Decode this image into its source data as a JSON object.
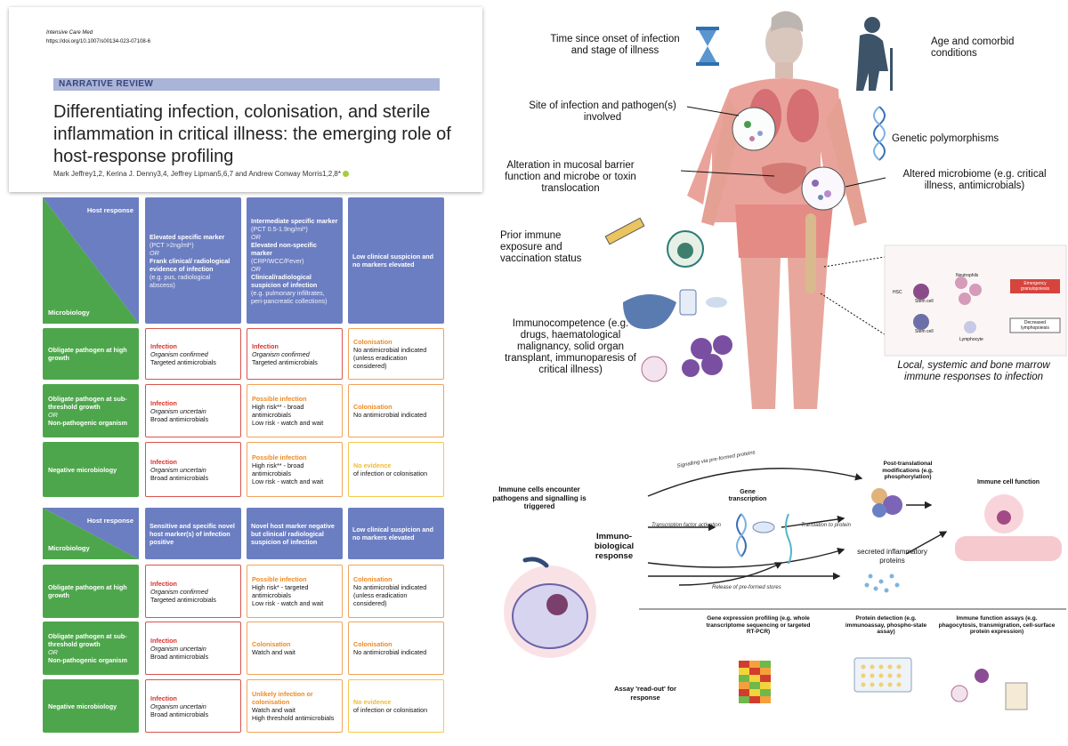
{
  "paper": {
    "journal": "Intensive Care Med",
    "doi": "https://doi.org/10.1007/s00134-023-07108-6",
    "section": "NARRATIVE REVIEW",
    "title": "Differentiating infection, colonisation, and sterile inflammation in critical illness: the emerging role of host-response profiling",
    "authors": "Mark Jeffrey1,2, Kerina J. Denny3,4, Jeffrey Lipman5,6,7 and Andrew Conway Morris1,2,8*"
  },
  "table1": {
    "corner": {
      "host": "Host response",
      "micro": "Microbiology"
    },
    "columns": [
      {
        "head": "Elevated specific marker",
        "lines": [
          [
            "(PCT >2ng/ml*)",
            "n"
          ],
          [
            "OR",
            "i"
          ],
          [
            "Frank clinical/ radiological evidence of infection",
            "b"
          ],
          [
            "(e.g. pus, radiological abscess)",
            "n"
          ]
        ]
      },
      {
        "head": "Intermediate specific marker",
        "lines": [
          [
            "(PCT 0.5-1.9ng/ml*)",
            "n"
          ],
          [
            "OR",
            "i"
          ],
          [
            "Elevated non-specific marker",
            "b"
          ],
          [
            "(CRP/WCC/Fever)",
            "n"
          ],
          [
            "OR",
            "i"
          ],
          [
            "Clinical/radiological suspicion of infection",
            "b"
          ],
          [
            "(e.g. pulmonary infiltrates, peri-pancreatic collections)",
            "n"
          ]
        ]
      },
      {
        "head": "Low clinical suspicion and no markers elevated",
        "lines": []
      }
    ],
    "rows": [
      {
        "label": "Obligate pathogen at high growth",
        "cells": [
          {
            "color": "red",
            "head": "Infection",
            "italic": "Organism confirmed",
            "lines": [
              "Targeted antimicrobials"
            ]
          },
          {
            "color": "red",
            "head": "Infection",
            "italic": "Organism confirmed",
            "lines": [
              "Targeted antimicrobials"
            ]
          },
          {
            "color": "orange",
            "head": "Colonisation",
            "italic": "",
            "lines": [
              "No antimicrobial indicated (unless eradication considered)"
            ]
          }
        ]
      },
      {
        "label": "Obligate pathogen at sub-threshold growth",
        "label_or": "OR",
        "label2": "Non-pathogenic organism",
        "cells": [
          {
            "color": "red",
            "head": "Infection",
            "italic": "Organism uncertain",
            "lines": [
              "Broad antimicrobials"
            ]
          },
          {
            "color": "orange",
            "head": "Possible infection",
            "italic": "",
            "lines": [
              "High risk** - broad antimicrobials",
              "Low risk - watch and wait"
            ]
          },
          {
            "color": "orange",
            "head": "Colonisation",
            "italic": "",
            "lines": [
              "No antimicrobial indicated"
            ]
          }
        ]
      },
      {
        "label": "Negative microbiology",
        "cells": [
          {
            "color": "red",
            "head": "Infection",
            "italic": "Organism uncertain",
            "lines": [
              "Broad antimicrobials"
            ]
          },
          {
            "color": "orange",
            "head": "Possible infection",
            "italic": "",
            "lines": [
              "High risk** - broad antimicrobials",
              "Low risk - watch and wait"
            ]
          },
          {
            "color": "yellow",
            "head": "No evidence",
            "italic": "",
            "lines": [
              "of infection or colonisation"
            ]
          }
        ]
      }
    ]
  },
  "table2": {
    "corner": {
      "host": "Host response",
      "micro": "Microbiology"
    },
    "columns": [
      {
        "head": "Sensitive and specific novel host marker(s) of infection positive",
        "lines": []
      },
      {
        "head": "Novel host marker negative but clinical/ radiological suspicion of infection",
        "lines": []
      },
      {
        "head": "Low clinical suspicion and no markers elevated",
        "lines": []
      }
    ],
    "rows": [
      {
        "label": "Obligate pathogen at high growth",
        "cells": [
          {
            "color": "red",
            "head": "Infection",
            "italic": "Organism confirmed",
            "lines": [
              "Targeted antimicrobials"
            ]
          },
          {
            "color": "orange",
            "head": "Possible infection",
            "italic": "",
            "lines": [
              "High risk* - targeted antimicrobials",
              "Low risk - watch and wait"
            ]
          },
          {
            "color": "orange",
            "head": "Colonisation",
            "italic": "",
            "lines": [
              "No antimicrobial indicated (unless eradication considered)"
            ]
          }
        ]
      },
      {
        "label": "Obligate pathogen at sub-threshold growth",
        "label_or": "OR",
        "label2": "Non-pathogenic organism",
        "cells": [
          {
            "color": "red",
            "head": "Infection",
            "italic": "Organism uncertain",
            "lines": [
              "Broad antimicrobials"
            ]
          },
          {
            "color": "orange",
            "head": "Colonisation",
            "italic": "",
            "lines": [
              "Watch and wait"
            ]
          },
          {
            "color": "orange",
            "head": "Colonisation",
            "italic": "",
            "lines": [
              "No antimicrobial indicated"
            ]
          }
        ]
      },
      {
        "label": "Negative microbiology",
        "cells": [
          {
            "color": "red",
            "head": "Infection",
            "italic": "Organism uncertain",
            "lines": [
              "Broad antimicrobials"
            ]
          },
          {
            "color": "orange",
            "head": "Unlikely infection or colonisation",
            "italic": "",
            "lines": [
              "Watch and wait",
              "High threshold antimicrobials"
            ]
          },
          {
            "color": "yellow",
            "head": "No evidence",
            "italic": "",
            "lines": [
              "of infection or colonisation"
            ]
          }
        ]
      }
    ]
  },
  "figure": {
    "time": "Time since onset of infection and stage of illness",
    "age": "Age and comorbid conditions",
    "site": "Site of infection and pathogen(s) involved",
    "genetic": "Genetic polymorphisms",
    "mucosal": "Alteration in mucosal barrier function and microbe or toxin translocation",
    "microbiome": "Altered microbiome (e.g. critical illness, antimicrobials)",
    "prior": "Prior immune exposure and vaccination status",
    "immuno": "Immunocompetence (e.g. drugs, haematological malignancy, solid organ transplant, immunoparesis of critical illness)",
    "marrow_caption": "Local, systemic and bone marrow immune responses to infection",
    "marrow": {
      "hsc": "HSC",
      "stem1": "Stem cell",
      "stem2": "Stem cell",
      "neut": "Neutrophils",
      "lymph": "Lymphocyte",
      "emerg": "Emergency granulopoiesis",
      "decr": "Decreased lymphopoiesis"
    }
  },
  "pathway": {
    "encounter": "Immune cells encounter pathogens and signalling is triggered",
    "response": "Immuno-biological response",
    "gene": "Gene transcription",
    "ptm": "Post-translational modifications (e.g. phosphorylation)",
    "function": "Immune cell function",
    "secreted": "secreted inflammatory proteins",
    "via": "Signalling via pre-formed proteins",
    "tfa": "Transcription factor activation",
    "translation": "Translation to protein",
    "release": "Release of pre-formed stores",
    "gep": "Gene expression profiling (e.g. whole transcriptome sequencing or targeted RT-PCR)",
    "protein": "Protein detection (e.g. immunoassay, phospho-state assay)",
    "ifa": "Immune function assays (e.g. phagocytosis, transmigration, cell-surface protein expression)",
    "assay": "Assay 'read-out' for response"
  },
  "colors": {
    "header_blue": "#6c7ec2",
    "label_green": "#4ea64c",
    "infection_red": "#d9322b",
    "colonisation_orange": "#ee8a24",
    "noevidence_yellow": "#f2b92e",
    "section_bar": "#a9b4d8"
  }
}
